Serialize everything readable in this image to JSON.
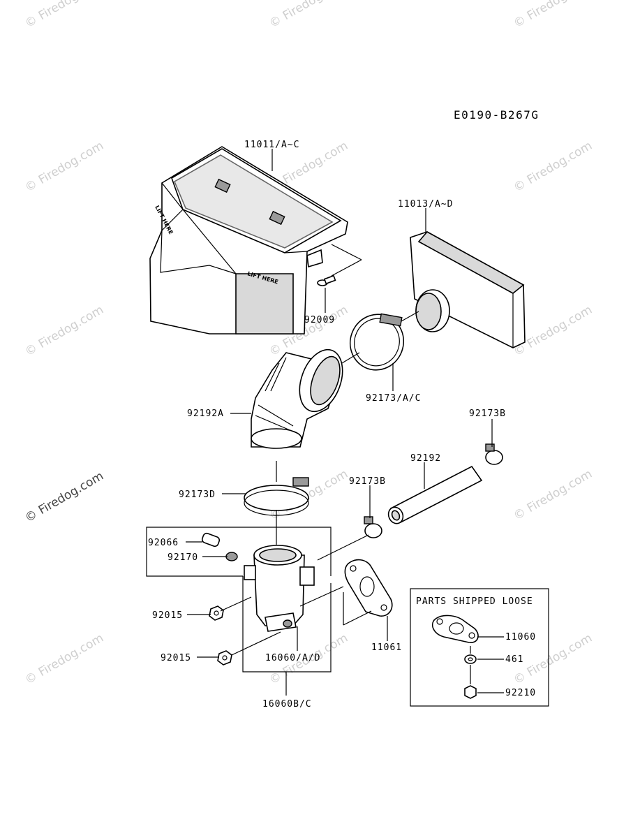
{
  "diagram_code": "E0190-B267G",
  "watermark": "© Firedog.com",
  "loose_box_title": "PARTS SHIPPED LOOSE",
  "embossed_text": "LIFT HERE",
  "labels": {
    "p11011": "11011/A~C",
    "p11013": "11013/A~D",
    "p92009": "92009",
    "p92173ac": "92173/A/C",
    "p92192a": "92192A",
    "p92173b_top": "92173B",
    "p92192": "92192",
    "p92173d": "92173D",
    "p92173b_mid": "92173B",
    "p92066": "92066",
    "p92170": "92170",
    "p92015_a": "92015",
    "p92015_b": "92015",
    "p16060ad": "16060/A/D",
    "p16060bc": "16060B/C",
    "p11061": "11061",
    "p11060": "11060",
    "p461": "461",
    "p92210": "92210"
  }
}
